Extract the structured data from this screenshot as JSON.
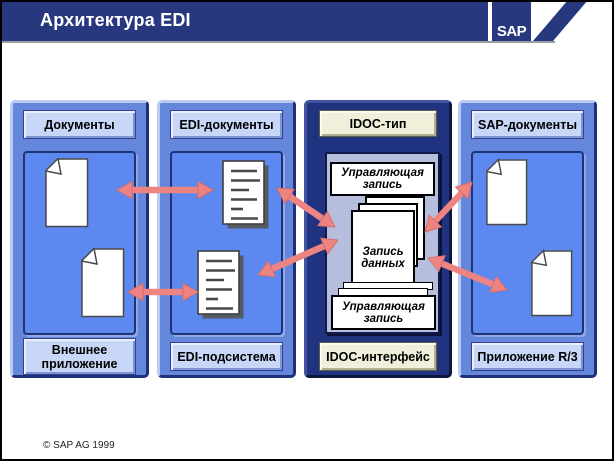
{
  "header": {
    "title": "Архитектура EDI",
    "logo": "SAP"
  },
  "columns": [
    {
      "header": "Документы",
      "footer": "Внешнее приложение"
    },
    {
      "header": "EDI-документы",
      "footer": "EDI-подсистема"
    },
    {
      "header": "IDOC-тип",
      "footer": "IDOC-интерфейс",
      "records": {
        "control_top": "Управляющая запись",
        "data": "Запись данных",
        "control_bottom": "Управляющая запись"
      }
    },
    {
      "header": "SAP-документы",
      "footer": "Приложение R/3"
    }
  ],
  "footer": {
    "copyright": "©  SAP AG 1999"
  },
  "colors": {
    "header_navy": "#28387f",
    "panel_blue": "#6486db",
    "inner_blue": "#5c88ef",
    "label_blue": "#c8d6f8",
    "panel_navy": "#1f3380",
    "inner_lavender": "#b6bede",
    "label_cream": "#efefda",
    "arrow": "#ee8481"
  }
}
